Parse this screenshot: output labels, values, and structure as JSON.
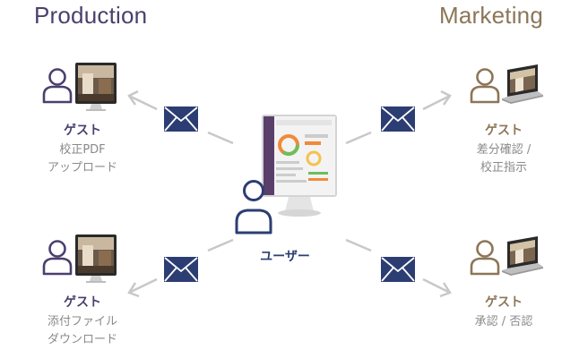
{
  "headings": {
    "left": "Production",
    "right": "Marketing"
  },
  "colors": {
    "production": "#4b3f6e",
    "marketing": "#8c7658",
    "user": "#2c3d73",
    "envelope": "#2c3d73",
    "arrow": "#c8c8c8",
    "subtext": "#8a8a8a"
  },
  "nodes": {
    "top_left": {
      "title": "ゲスト",
      "lines": [
        "校正PDF",
        "アップロード"
      ]
    },
    "bottom_left": {
      "title": "ゲスト",
      "lines": [
        "添付ファイル",
        "ダウンロード"
      ]
    },
    "top_right": {
      "title": "ゲスト",
      "lines": [
        "差分確認 /",
        "校正指示"
      ]
    },
    "bottom_right": {
      "title": "ゲスト",
      "lines": [
        "承認 / 否認"
      ]
    }
  },
  "center": {
    "label": "ユーザー"
  },
  "icons": {
    "guest": "person-outline-icon",
    "desktop": "desktop-monitor-icon",
    "laptop": "laptop-icon",
    "mail": "envelope-icon",
    "arrow": "arrow-icon"
  }
}
